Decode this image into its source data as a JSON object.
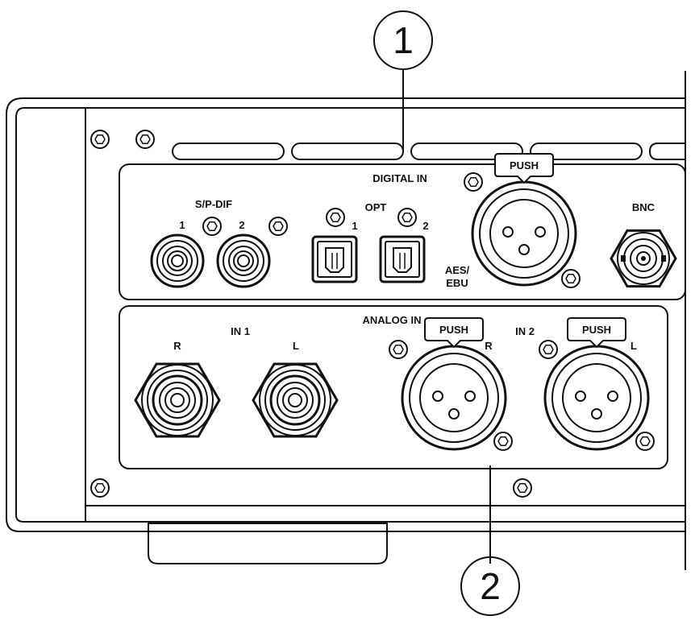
{
  "callouts": [
    {
      "number": "1"
    },
    {
      "number": "2"
    }
  ],
  "digital_panel": {
    "title": "DIGITAL IN",
    "spdif_label": "S/P-DIF",
    "spdif_port_1": "1",
    "spdif_port_2": "2",
    "opt_label": "OPT",
    "opt_port_1": "1",
    "opt_port_2": "2",
    "aes_label_line1": "AES/",
    "aes_label_line2": "EBU",
    "bnc_label": "BNC",
    "push_label": "PUSH"
  },
  "analog_panel": {
    "title": "ANALOG IN",
    "in1_label": "IN 1",
    "in1_r": "R",
    "in1_l": "L",
    "in2_label": "IN 2",
    "xlr_r": "R",
    "xlr_l": "L",
    "push_label": "PUSH"
  }
}
